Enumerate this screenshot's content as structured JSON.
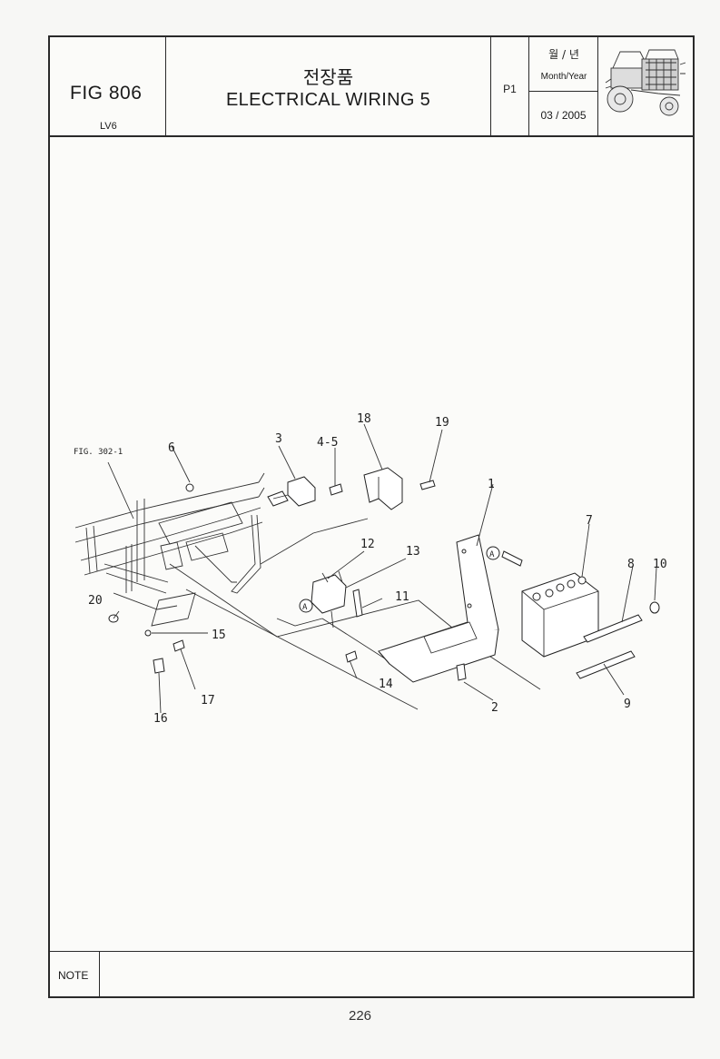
{
  "header": {
    "fig_number": "FIG 806",
    "model": "LV6",
    "title_korean": "전장품",
    "title_english": "ELECTRICAL WIRING 5",
    "page_code": "P1",
    "month_year_korean": "월 / 년",
    "month_year_label": "Month/Year",
    "date": "03 / 2005"
  },
  "diagram": {
    "reference": "FIG. 302-1",
    "circle_marker": "A",
    "callouts": [
      "1",
      "2",
      "3",
      "4-5",
      "6",
      "7",
      "8",
      "9",
      "10",
      "11",
      "12",
      "13",
      "14",
      "15",
      "16",
      "17",
      "18",
      "19",
      "20"
    ]
  },
  "note": {
    "label": "NOTE"
  },
  "footer": {
    "page_number": "226"
  }
}
